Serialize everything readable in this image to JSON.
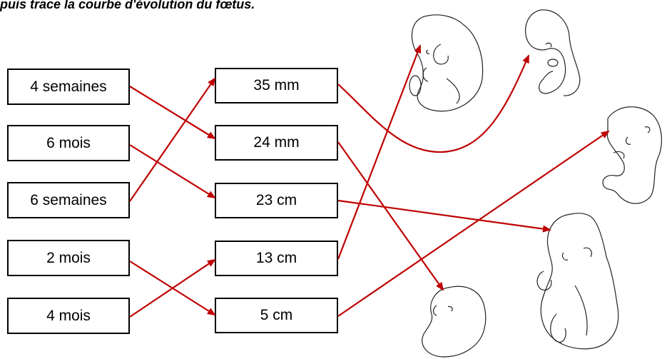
{
  "instruction": "puis trace la courbe d'évolution du fœtus.",
  "ages": [
    "4 semaines",
    "6 mois",
    "6 semaines",
    "2 mois",
    "4 mois"
  ],
  "sizes": [
    "35 mm",
    "24 mm",
    "23 cm",
    "13 cm",
    "5 cm"
  ],
  "colors": {
    "connector": "#c00000",
    "border": "#000000",
    "drawing": "#222222"
  },
  "icons": {
    "fetus_1": "fetus-drawing-icon",
    "fetus_2": "fetus-drawing-icon",
    "fetus_3": "fetus-drawing-icon",
    "fetus_4": "fetus-drawing-icon",
    "fetus_5": "fetus-drawing-icon"
  }
}
